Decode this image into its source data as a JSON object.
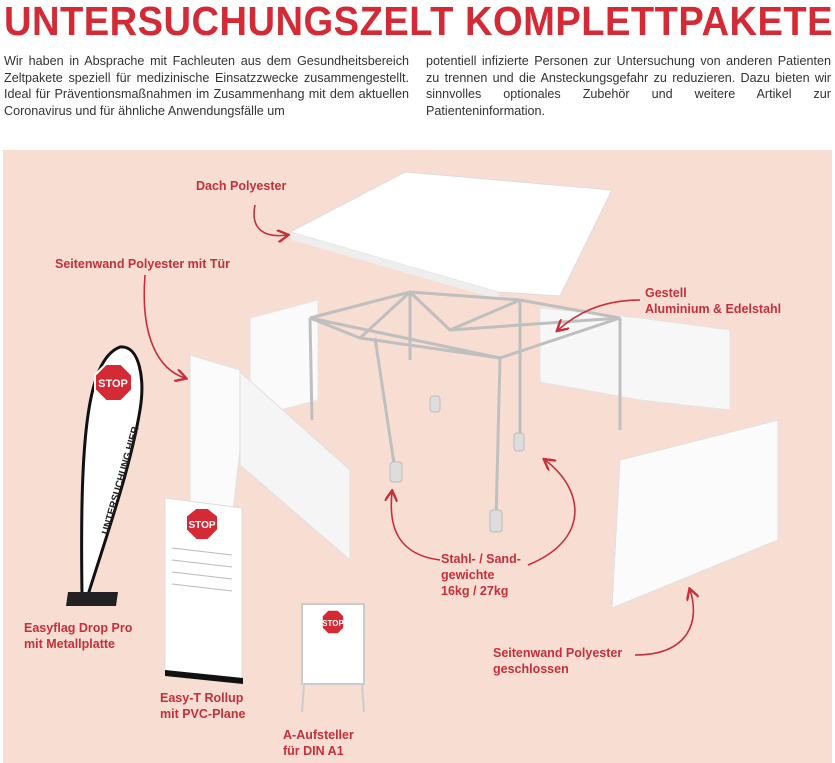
{
  "title": "UNTERSUCHUNGSZELT KOMPLETTPAKETE",
  "intro": {
    "col1": "Wir haben in Absprache mit Fachleuten aus dem Gesundheitsbereich Zeltpakete speziell für medizinische Einsatzzwecke zusammengestellt. Ideal für Präventionsmaßnahmen im Zusammenhang mit dem aktuellen Coronavirus und für ähnliche Anwendungsfälle um",
    "col2": "potentiell infizierte Personen zur Untersuchung von anderen Patienten zu trennen und die Ansteckungsgefahr zu reduzieren. Dazu bieten wir sinnvolles optionales Zubehör und weitere Artikel zur Patienteninformation."
  },
  "labels": {
    "roof": "Dach Polyester",
    "door_wall": "Seitenwand Polyester mit Tür",
    "frame_1": "Gestell",
    "frame_2": "Aluminium & Edelstahl",
    "weights_1": "Stahl- / Sand-",
    "weights_2": "gewichte",
    "weights_3": "16kg / 27kg",
    "flag_1": "Easyflag Drop Pro",
    "flag_2": "mit Metallplatte",
    "rollup_1": "Easy-T Rollup",
    "rollup_2": "mit PVC-Plane",
    "astand_1": "A-Aufsteller",
    "astand_2": "für DIN A1",
    "closed_wall_1": "Seitenwand Polyester",
    "closed_wall_2": "geschlossen"
  },
  "products": {
    "stop": "STOP",
    "flag_text": "UNTERSUCHUNG HIER"
  },
  "colors": {
    "accent": "#d42a36",
    "panel": "#f8ddd3",
    "label": "#c5303a"
  }
}
